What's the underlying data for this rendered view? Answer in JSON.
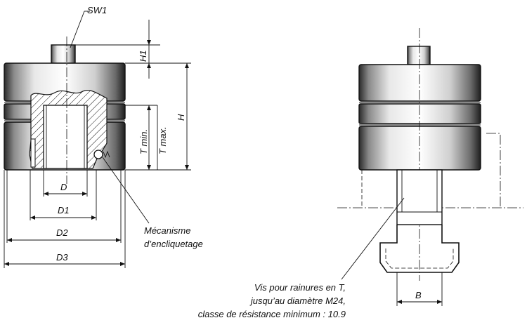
{
  "labels": {
    "sw1": "SW1",
    "h1": "H1",
    "h": "H",
    "t_min": "T min.",
    "t_max": "T max.",
    "d": "D",
    "d1": "D1",
    "d2": "D2",
    "d3": "D3",
    "b": "B"
  },
  "notes": {
    "mechanism_line1": "Mécanisme",
    "mechanism_line2": "d’encliquetage",
    "screw_line1": "Vis pour rainures en T,",
    "screw_line2": "jusqu’au diamètre M24,",
    "screw_line3": "classe de résistance minimum : 10.9"
  }
}
